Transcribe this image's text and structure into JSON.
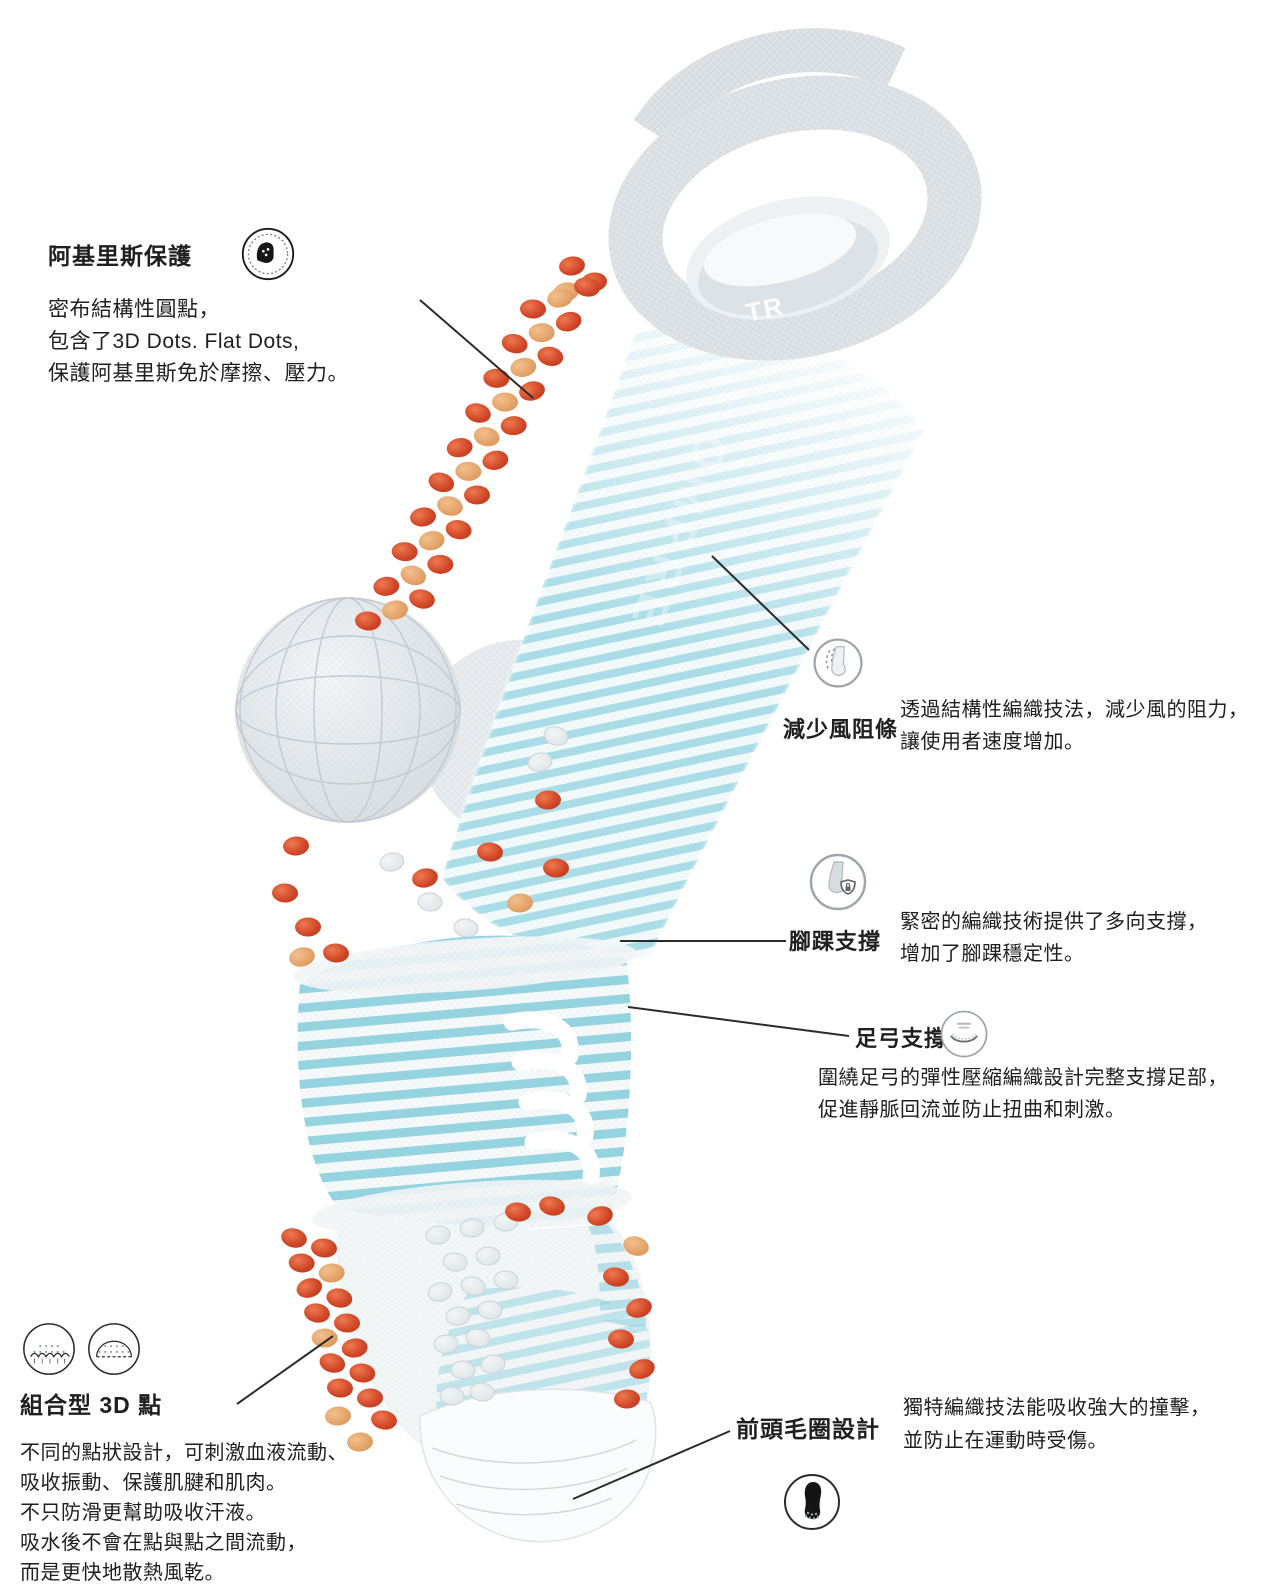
{
  "annotations": {
    "achilles": {
      "title": "阿基里斯保護",
      "lines": [
        "密布結構性圓點，",
        "包含了3D Dots. Flat Dots,",
        "保護阿基里斯免於摩擦、壓力。"
      ]
    },
    "wind": {
      "label": "減少風阻條",
      "lines": [
        "透過結構性編織技法，減少風的阻力，",
        "讓使用者速度增加。"
      ]
    },
    "ankle": {
      "label": "腳踝支撐",
      "lines": [
        "緊密的編織技術提供了多向支撐，",
        "增加了腳踝穩定性。"
      ]
    },
    "arch": {
      "label": "足弓支撐",
      "lines": [
        "圍繞足弓的彈性壓縮編織設計完整支撐足部，",
        "促進靜脈回流並防止扭曲和刺激。"
      ]
    },
    "dots3d": {
      "title": "組合型 3D 點",
      "lines": [
        "不同的點狀設計，可刺激血液流動、",
        "吸收振動、保護肌腱和肌肉。",
        "不只防滑更幫助吸收汗液。",
        "吸水後不會在點與點之間流動，",
        "而是更快地散熱風乾。"
      ]
    },
    "toe": {
      "label": "前頭毛圈設計",
      "lines": [
        "獨特編織技法能吸收強大的撞擊，",
        "並防止在運動時受傷。"
      ]
    }
  },
  "artwork": {
    "brand_text_cuff": "TR",
    "brand_text_leg": "OMPRE"
  },
  "icons": {
    "achilles_badge": "achilles-protection-badge-icon",
    "wind": "aero-sock-icon",
    "ankle": "ankle-support-shield-icon",
    "arch": "arch-support-icon",
    "dots_a": "3d-dots-bump-icon",
    "dots_b": "3d-dots-dome-icon",
    "toe": "toe-terry-foot-icon"
  },
  "colors": {
    "stripe_blue": "#a3dbe6",
    "band_blue": "#8ed2df",
    "dot_red": "#d9512c",
    "dot_orange": "#e5a168",
    "text": "#1f1f1f"
  }
}
